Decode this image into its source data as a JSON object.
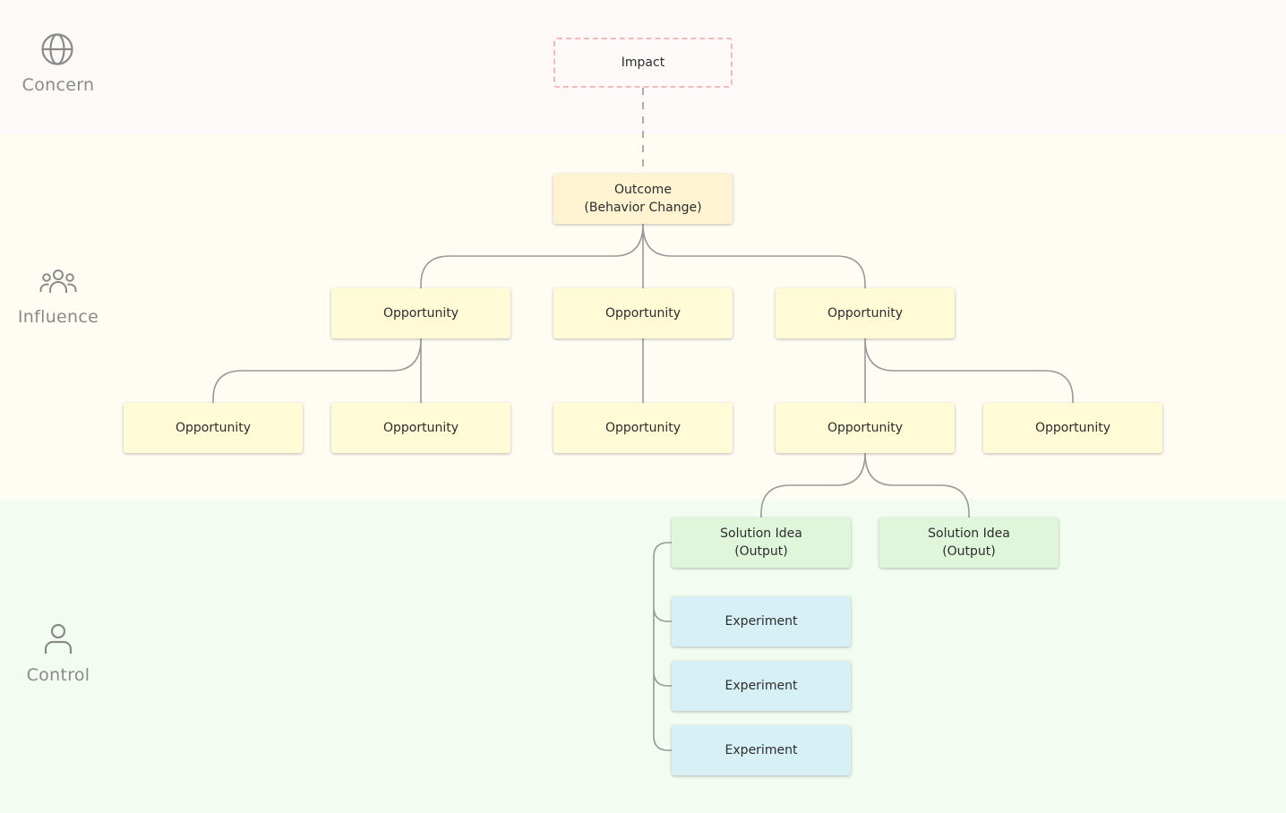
{
  "zones": {
    "concern": "Concern",
    "influence": "Influence",
    "control": "Control"
  },
  "icons": {
    "concern": "globe-icon",
    "influence": "group-icon",
    "control": "person-icon"
  },
  "colors": {
    "concern_band": "#fdf9f9",
    "influence_band": "#fefcf3",
    "control_band": "#f3fcf1",
    "impact_border": "#f2b9bc",
    "outcome_fill": "#fff3d2",
    "opportunity_fill": "#fffbd6",
    "solution_fill": "#dff6da",
    "experiment_fill": "#d6f0f5",
    "connector": "#999999"
  },
  "nodes": {
    "impact": "Impact",
    "outcome": "Outcome\n(Behavior Change)",
    "opp_1": "Opportunity",
    "opp_2": "Opportunity",
    "opp_3": "Opportunity",
    "opp_1a": "Opportunity",
    "opp_1b": "Opportunity",
    "opp_2a": "Opportunity",
    "opp_3a": "Opportunity",
    "opp_3b": "Opportunity",
    "solution_1": "Solution Idea\n(Output)",
    "solution_2": "Solution Idea\n(Output)",
    "experiment_1": "Experiment",
    "experiment_2": "Experiment",
    "experiment_3": "Experiment"
  }
}
